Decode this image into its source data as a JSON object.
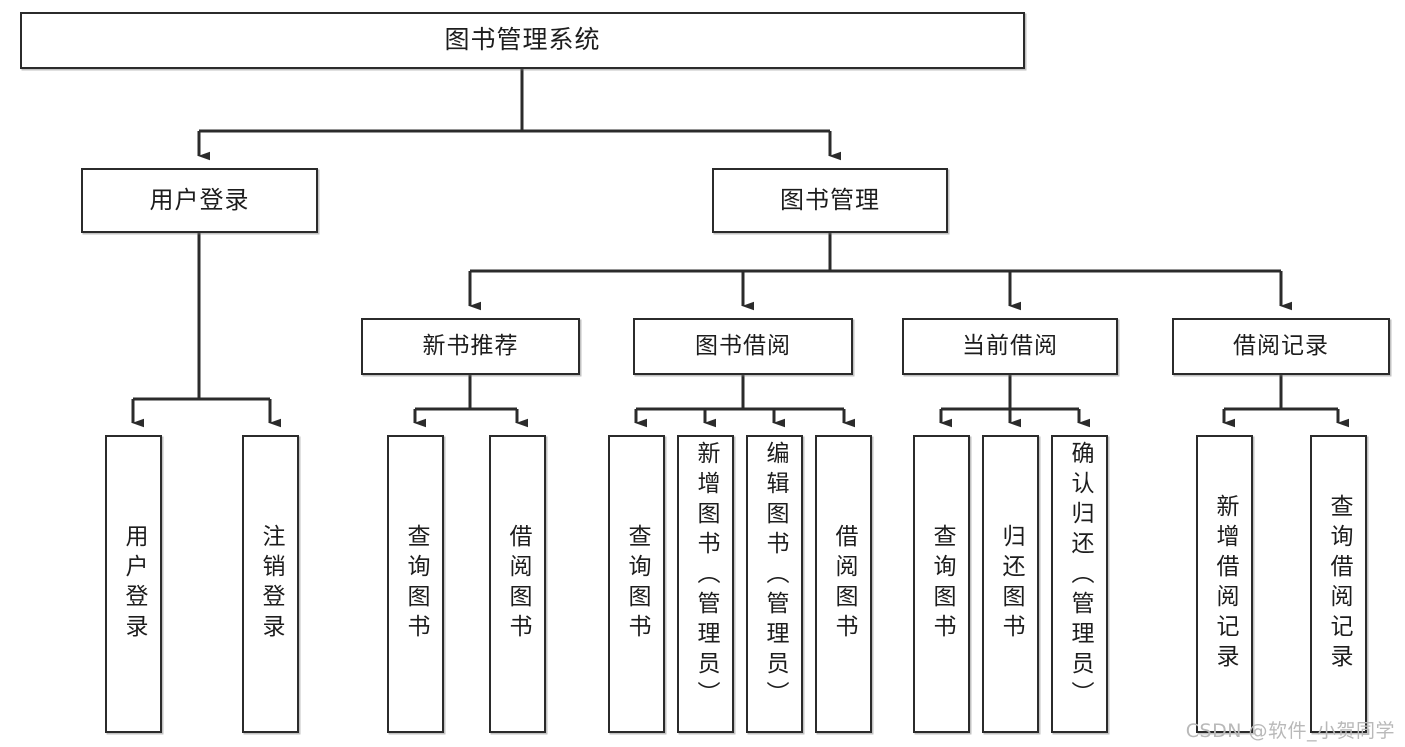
{
  "title": "图书管理系统",
  "colors": {
    "stroke": "#2b2b2b",
    "text": "#1d1d1d",
    "background": "#ffffff",
    "watermark": "#b9b9b9"
  },
  "watermark": "CSDN @软件_小贺同学",
  "chart_data": {
    "type": "diagram",
    "diagram_type": "tree-hierarchy",
    "title": "图书管理系统",
    "orientation": "top-down",
    "levels": 4,
    "nodes": [
      {
        "id": "root",
        "label": "图书管理系统",
        "level": 0,
        "parent": null
      },
      {
        "id": "n-user-login",
        "label": "用户登录",
        "level": 1,
        "parent": "root"
      },
      {
        "id": "n-book-mgmt",
        "label": "图书管理",
        "level": 1,
        "parent": "root"
      },
      {
        "id": "n-new-book-rec",
        "label": "新书推荐",
        "level": 2,
        "parent": "n-book-mgmt"
      },
      {
        "id": "n-book-borrow",
        "label": "图书借阅",
        "level": 2,
        "parent": "n-book-mgmt"
      },
      {
        "id": "n-current-borrow",
        "label": "当前借阅",
        "level": 2,
        "parent": "n-book-mgmt"
      },
      {
        "id": "n-borrow-record",
        "label": "借阅记录",
        "level": 2,
        "parent": "n-book-mgmt"
      },
      {
        "id": "l-user-login",
        "label": "用户登录",
        "level": 3,
        "parent": "n-user-login"
      },
      {
        "id": "l-logout",
        "label": "注销登录",
        "level": 3,
        "parent": "n-user-login"
      },
      {
        "id": "l-rec-query",
        "label": "查询图书",
        "level": 3,
        "parent": "n-new-book-rec"
      },
      {
        "id": "l-rec-borrow",
        "label": "借阅图书",
        "level": 3,
        "parent": "n-new-book-rec"
      },
      {
        "id": "l-borrow-query",
        "label": "查询图书",
        "level": 3,
        "parent": "n-book-borrow"
      },
      {
        "id": "l-borrow-add",
        "label": "新增图书（管理员）",
        "level": 3,
        "parent": "n-book-borrow"
      },
      {
        "id": "l-borrow-edit",
        "label": "编辑图书（管理员）",
        "level": 3,
        "parent": "n-book-borrow"
      },
      {
        "id": "l-borrow-do",
        "label": "借阅图书",
        "level": 3,
        "parent": "n-book-borrow"
      },
      {
        "id": "l-cur-query",
        "label": "查询图书",
        "level": 3,
        "parent": "n-current-borrow"
      },
      {
        "id": "l-cur-return",
        "label": "归还图书",
        "level": 3,
        "parent": "n-current-borrow"
      },
      {
        "id": "l-cur-confirm",
        "label": "确认归还（管理员）",
        "level": 3,
        "parent": "n-current-borrow"
      },
      {
        "id": "l-rec-add",
        "label": "新增借阅记录",
        "level": 3,
        "parent": "n-borrow-record"
      },
      {
        "id": "l-rec-query2",
        "label": "查询借阅记录",
        "level": 3,
        "parent": "n-borrow-record"
      }
    ],
    "edges": [
      {
        "from": "root",
        "to": "n-user-login"
      },
      {
        "from": "root",
        "to": "n-book-mgmt"
      },
      {
        "from": "n-book-mgmt",
        "to": "n-new-book-rec"
      },
      {
        "from": "n-book-mgmt",
        "to": "n-book-borrow"
      },
      {
        "from": "n-book-mgmt",
        "to": "n-current-borrow"
      },
      {
        "from": "n-book-mgmt",
        "to": "n-borrow-record"
      },
      {
        "from": "n-user-login",
        "to": "l-user-login"
      },
      {
        "from": "n-user-login",
        "to": "l-logout"
      },
      {
        "from": "n-new-book-rec",
        "to": "l-rec-query"
      },
      {
        "from": "n-new-book-rec",
        "to": "l-rec-borrow"
      },
      {
        "from": "n-book-borrow",
        "to": "l-borrow-query"
      },
      {
        "from": "n-book-borrow",
        "to": "l-borrow-add"
      },
      {
        "from": "n-book-borrow",
        "to": "l-borrow-edit"
      },
      {
        "from": "n-book-borrow",
        "to": "l-borrow-do"
      },
      {
        "from": "n-current-borrow",
        "to": "l-cur-query"
      },
      {
        "from": "n-current-borrow",
        "to": "l-cur-return"
      },
      {
        "from": "n-current-borrow",
        "to": "l-cur-confirm"
      },
      {
        "from": "n-borrow-record",
        "to": "l-rec-add"
      },
      {
        "from": "n-borrow-record",
        "to": "l-rec-query2"
      }
    ]
  }
}
